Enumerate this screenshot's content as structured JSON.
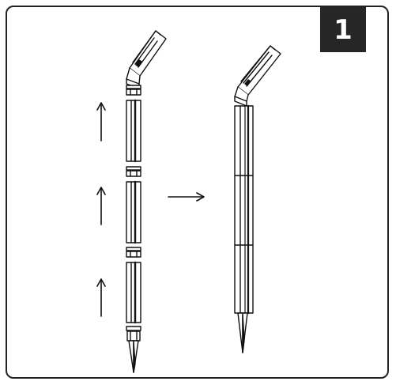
{
  "badge": {
    "step_number": "1",
    "background_color": "#262626",
    "text_color": "#ffffff"
  },
  "illustration": {
    "left_view": "disassembled-lamp",
    "right_view": "assembled-lamp",
    "segments_count": 3,
    "push_arrows_count": 3,
    "arrow_direction": "up",
    "transition_arrow_direction": "right",
    "line_color": "#111111"
  }
}
